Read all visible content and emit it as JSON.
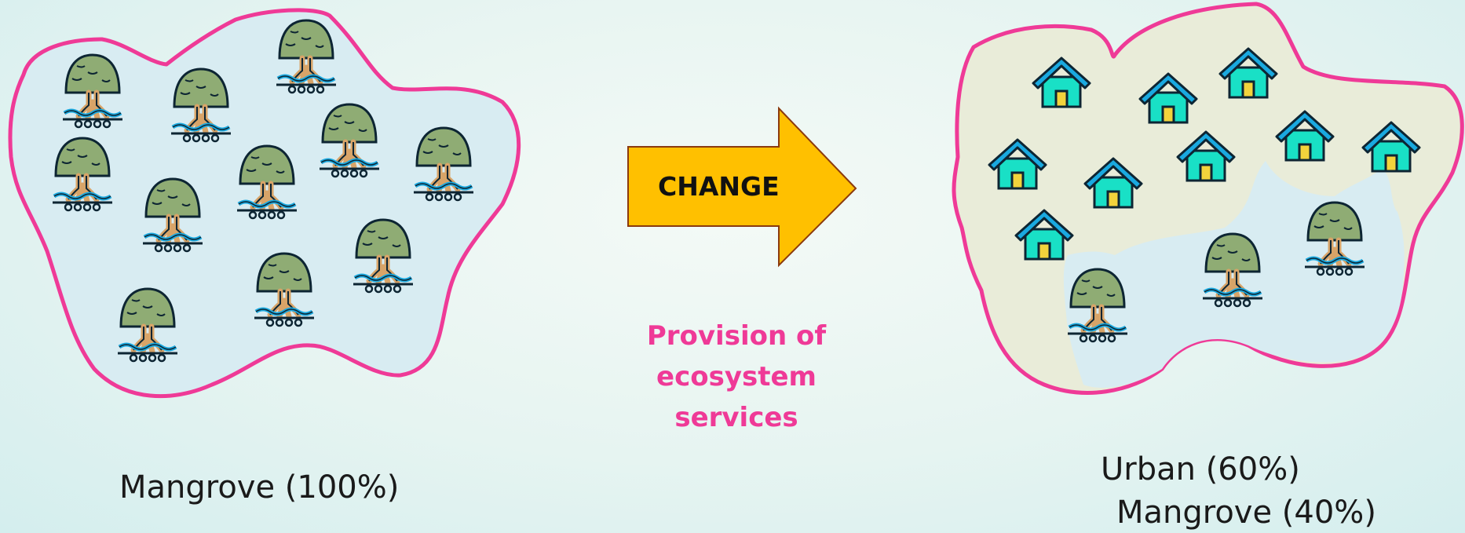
{
  "arrow": {
    "label": "CHANGE"
  },
  "effect_text": [
    "Provision of ecosystem",
    "services"
  ],
  "before": {
    "caption": "Mangrove (100%)",
    "mangrove_share": 100
  },
  "after": {
    "captions": [
      "Urban (60%)",
      "Mangrove (40%)"
    ],
    "urban_share": 60,
    "mangrove_share": 40
  },
  "colors": {
    "outline": "#ef3a97",
    "arrow_fill": "#ffc000",
    "arrow_stroke": "#b8860b",
    "effect_text": "#ef3a97",
    "water": "#d8ecf2",
    "urban_land": "#e9ecd9",
    "tree_canopy": "#8fac74",
    "tree_trunk": "#d8a468",
    "house_body": "#19e0c6",
    "house_roof": "#1aa9e0",
    "house_door": "#f2d33c",
    "icon_outline": "#0d2533"
  },
  "icons": [
    "mangrove-tree-icon",
    "house-icon",
    "arrow-right-icon"
  ]
}
